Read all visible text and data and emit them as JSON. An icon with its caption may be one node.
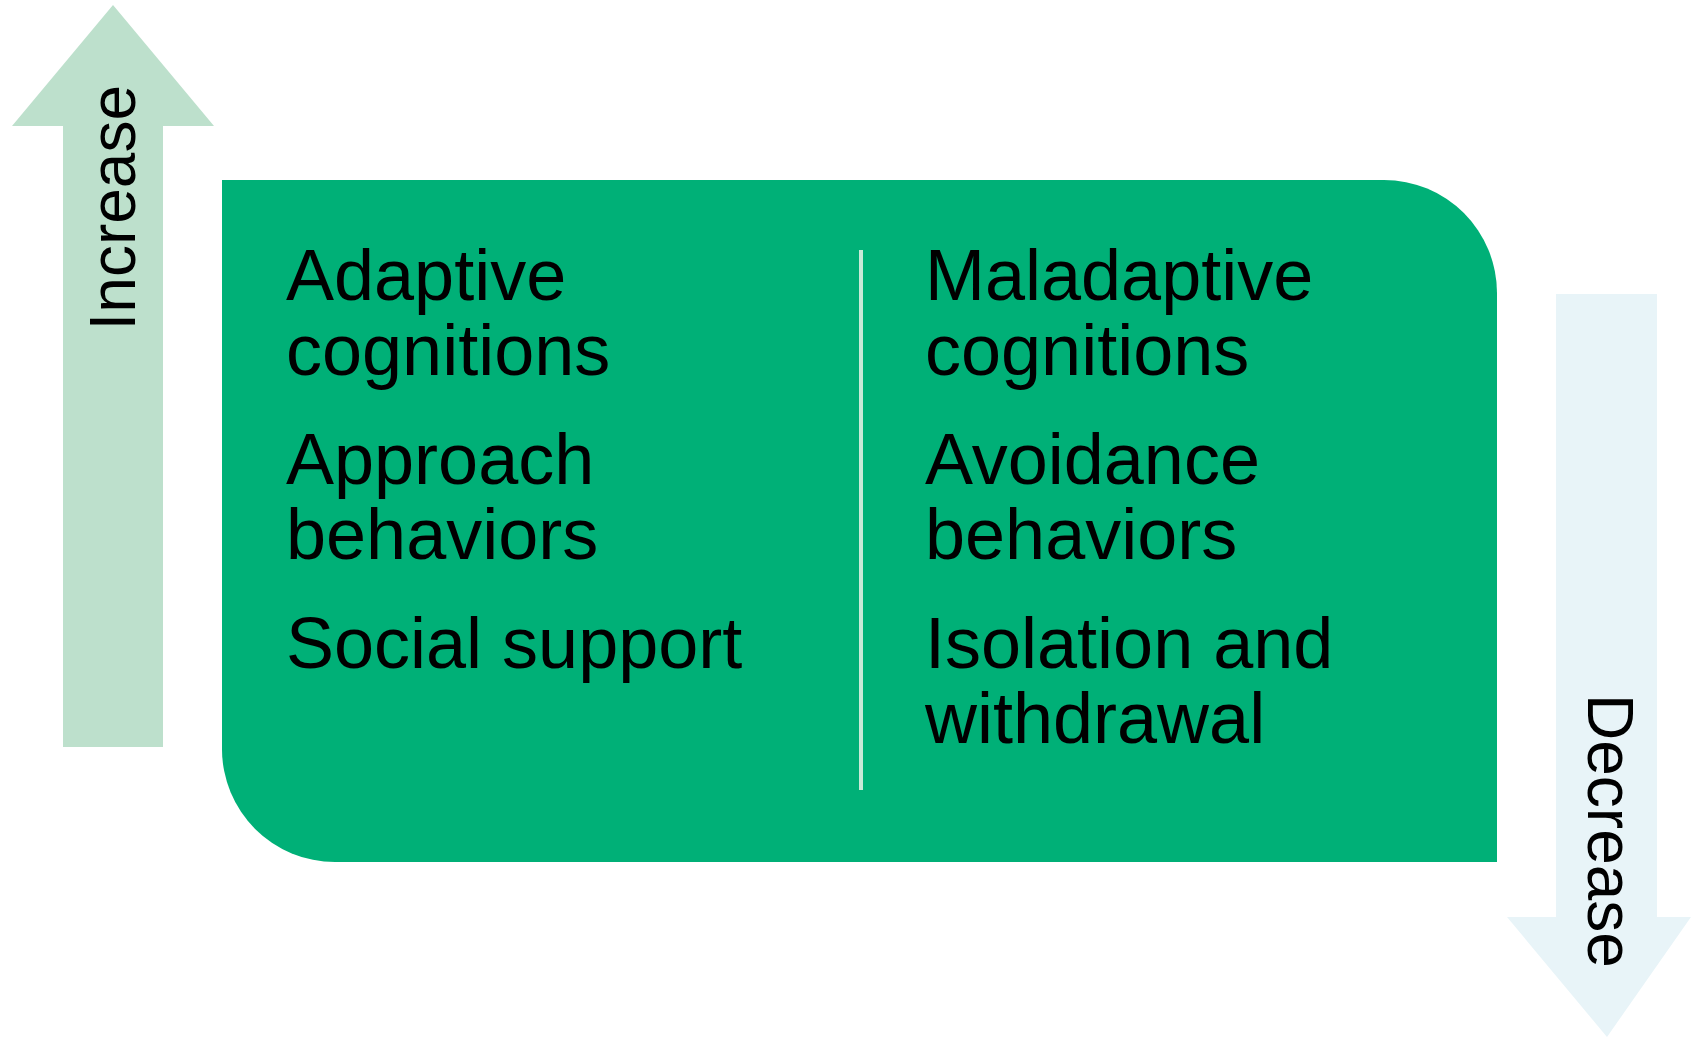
{
  "diagram": {
    "nodes": [
      {
        "text": [
          "Adaptive cognitions",
          "Approach behaviors",
          "Social support",
          "Maladaptive cognitions",
          "Avoidance behaviors",
          "Isolation and withdrawal"
        ]
      },
      {
        "text": [
          "Increase"
        ]
      },
      {
        "text": [
          "Decrease"
        ]
      }
    ]
  }
}
